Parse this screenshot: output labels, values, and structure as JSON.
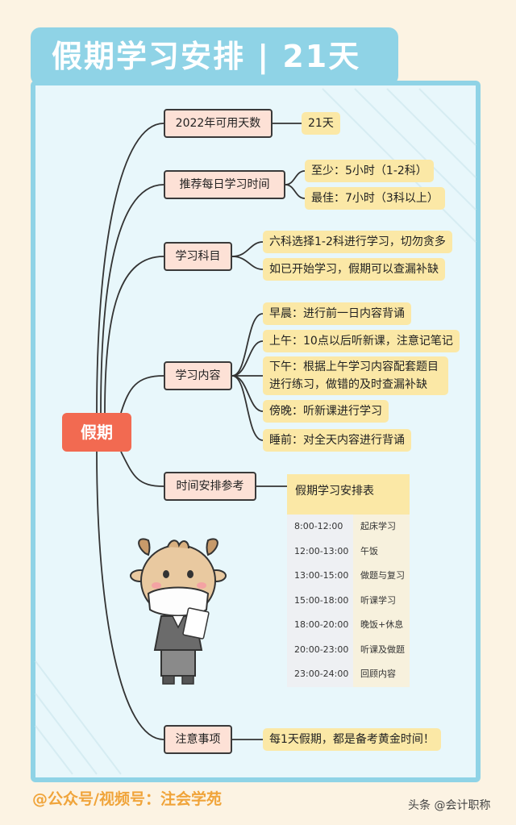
{
  "title": "假期学习安排 | 21天",
  "root": "假期",
  "branches": [
    {
      "label": "2022年可用天数",
      "leaves": [
        "21天"
      ]
    },
    {
      "label": "推荐每日学习时间",
      "leaves": [
        "至少：5小时（1-2科）",
        "最佳：7小时（3科以上）"
      ]
    },
    {
      "label": "学习科目",
      "leaves": [
        "六科选择1-2科进行学习，切勿贪多",
        "如已开始学习，假期可以查漏补缺"
      ]
    },
    {
      "label": "学习内容",
      "leaves": [
        "早晨：进行前一日内容背诵",
        "上午：10点以后听新课，注意记笔记",
        "下午：根据上午学习内容配套题目进行练习，做错的及时查漏补缺",
        "傍晚：听新课进行学习",
        "睡前：对全天内容进行背诵"
      ]
    },
    {
      "label": "时间安排参考",
      "leaves": []
    },
    {
      "label": "注意事项",
      "leaves": [
        "每1天假期，都是备考黄金时间！"
      ]
    }
  ],
  "schedule": {
    "title": "假期学习安排表",
    "rows": [
      {
        "time": "8:00-12:00",
        "activity": "起床学习"
      },
      {
        "time": "12:00-13:00",
        "activity": "午饭"
      },
      {
        "time": "13:00-15:00",
        "activity": "做题与复习"
      },
      {
        "time": "15:00-18:00",
        "activity": "听课学习"
      },
      {
        "time": "18:00-20:00",
        "activity": "晚饭+休息"
      },
      {
        "time": "20:00-23:00",
        "activity": "听课及做题"
      },
      {
        "time": "23:00-24:00",
        "activity": "回顾内容"
      }
    ]
  },
  "footer": "@公众号/视频号：注会学苑",
  "watermark": "头条 @会计职称",
  "colors": {
    "accent": "#8fd3e6",
    "root": "#f26a51",
    "node": "#fde1d6",
    "leaf": "#fbe8a6"
  }
}
